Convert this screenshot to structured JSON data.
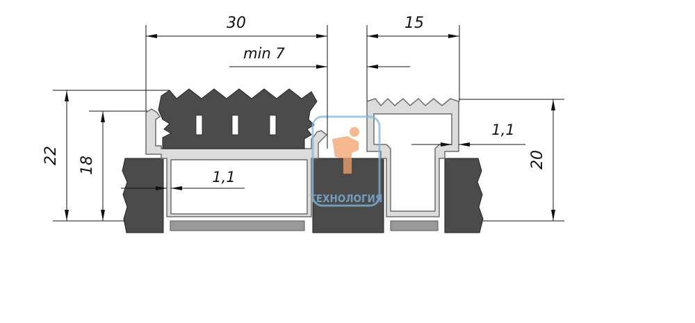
{
  "dimensions": {
    "width_30": "30",
    "width_15": "15",
    "gap_min7": "min 7",
    "height_22": "22",
    "height_18": "18",
    "height_20": "20",
    "wall_left": "1,1",
    "wall_right": "1,1"
  },
  "watermark": {
    "text": "ТЕХНОЛОГИЯ"
  },
  "colors": {
    "rubber": "#4b4b4b",
    "aluminum_fill": "#dcdcdc",
    "aluminum_stroke": "#6d6d6d",
    "base_strip": "#9a9a9a",
    "line": "#111111",
    "watermark_orange": "#f4a26a",
    "watermark_blue": "#7fb7df"
  }
}
